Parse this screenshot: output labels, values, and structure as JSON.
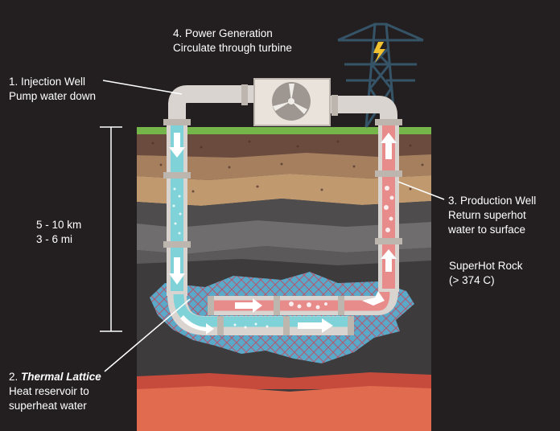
{
  "labels": {
    "power_generation": {
      "line1": "4. Power Generation",
      "line2": "Circulate through turbine"
    },
    "injection_well": {
      "line1": "1. Injection Well",
      "line2": "Pump water down"
    },
    "depth": {
      "line1": "5 - 10 km",
      "line2": "3 - 6 mi"
    },
    "production_well": {
      "line1": "3. Production Well",
      "line2": "Return superhot",
      "line3": "water to surface"
    },
    "superhot_rock": {
      "line1": "SuperHot Rock",
      "line2": "(> 374  C)"
    },
    "thermal_lattice": {
      "prefix": "2. ",
      "emphasis": "Thermal Lattice",
      "line2": "Heat reservoir to",
      "line3": "superheat water"
    }
  },
  "icons": [
    "turbine-icon",
    "transmission-tower-icon",
    "lightning-icon"
  ],
  "colors": {
    "background": "#231f20",
    "grass": "#74b64a",
    "soil_top": "#6c4b3f",
    "soil_middle": "#a67f5e",
    "clay": "#c0996f",
    "rock_dark": "#4e4c4d",
    "rock_light": "#6f6d6e",
    "deep_rock": "#3d3b3c",
    "lattice": "#5aa9c9",
    "magma": "#e06b4f",
    "cold_water": "#7fd3d8",
    "hot_water": "#e88b8b",
    "pipe": "#d9d4cf",
    "tower": "#355468",
    "lightning": "#f2c230"
  }
}
